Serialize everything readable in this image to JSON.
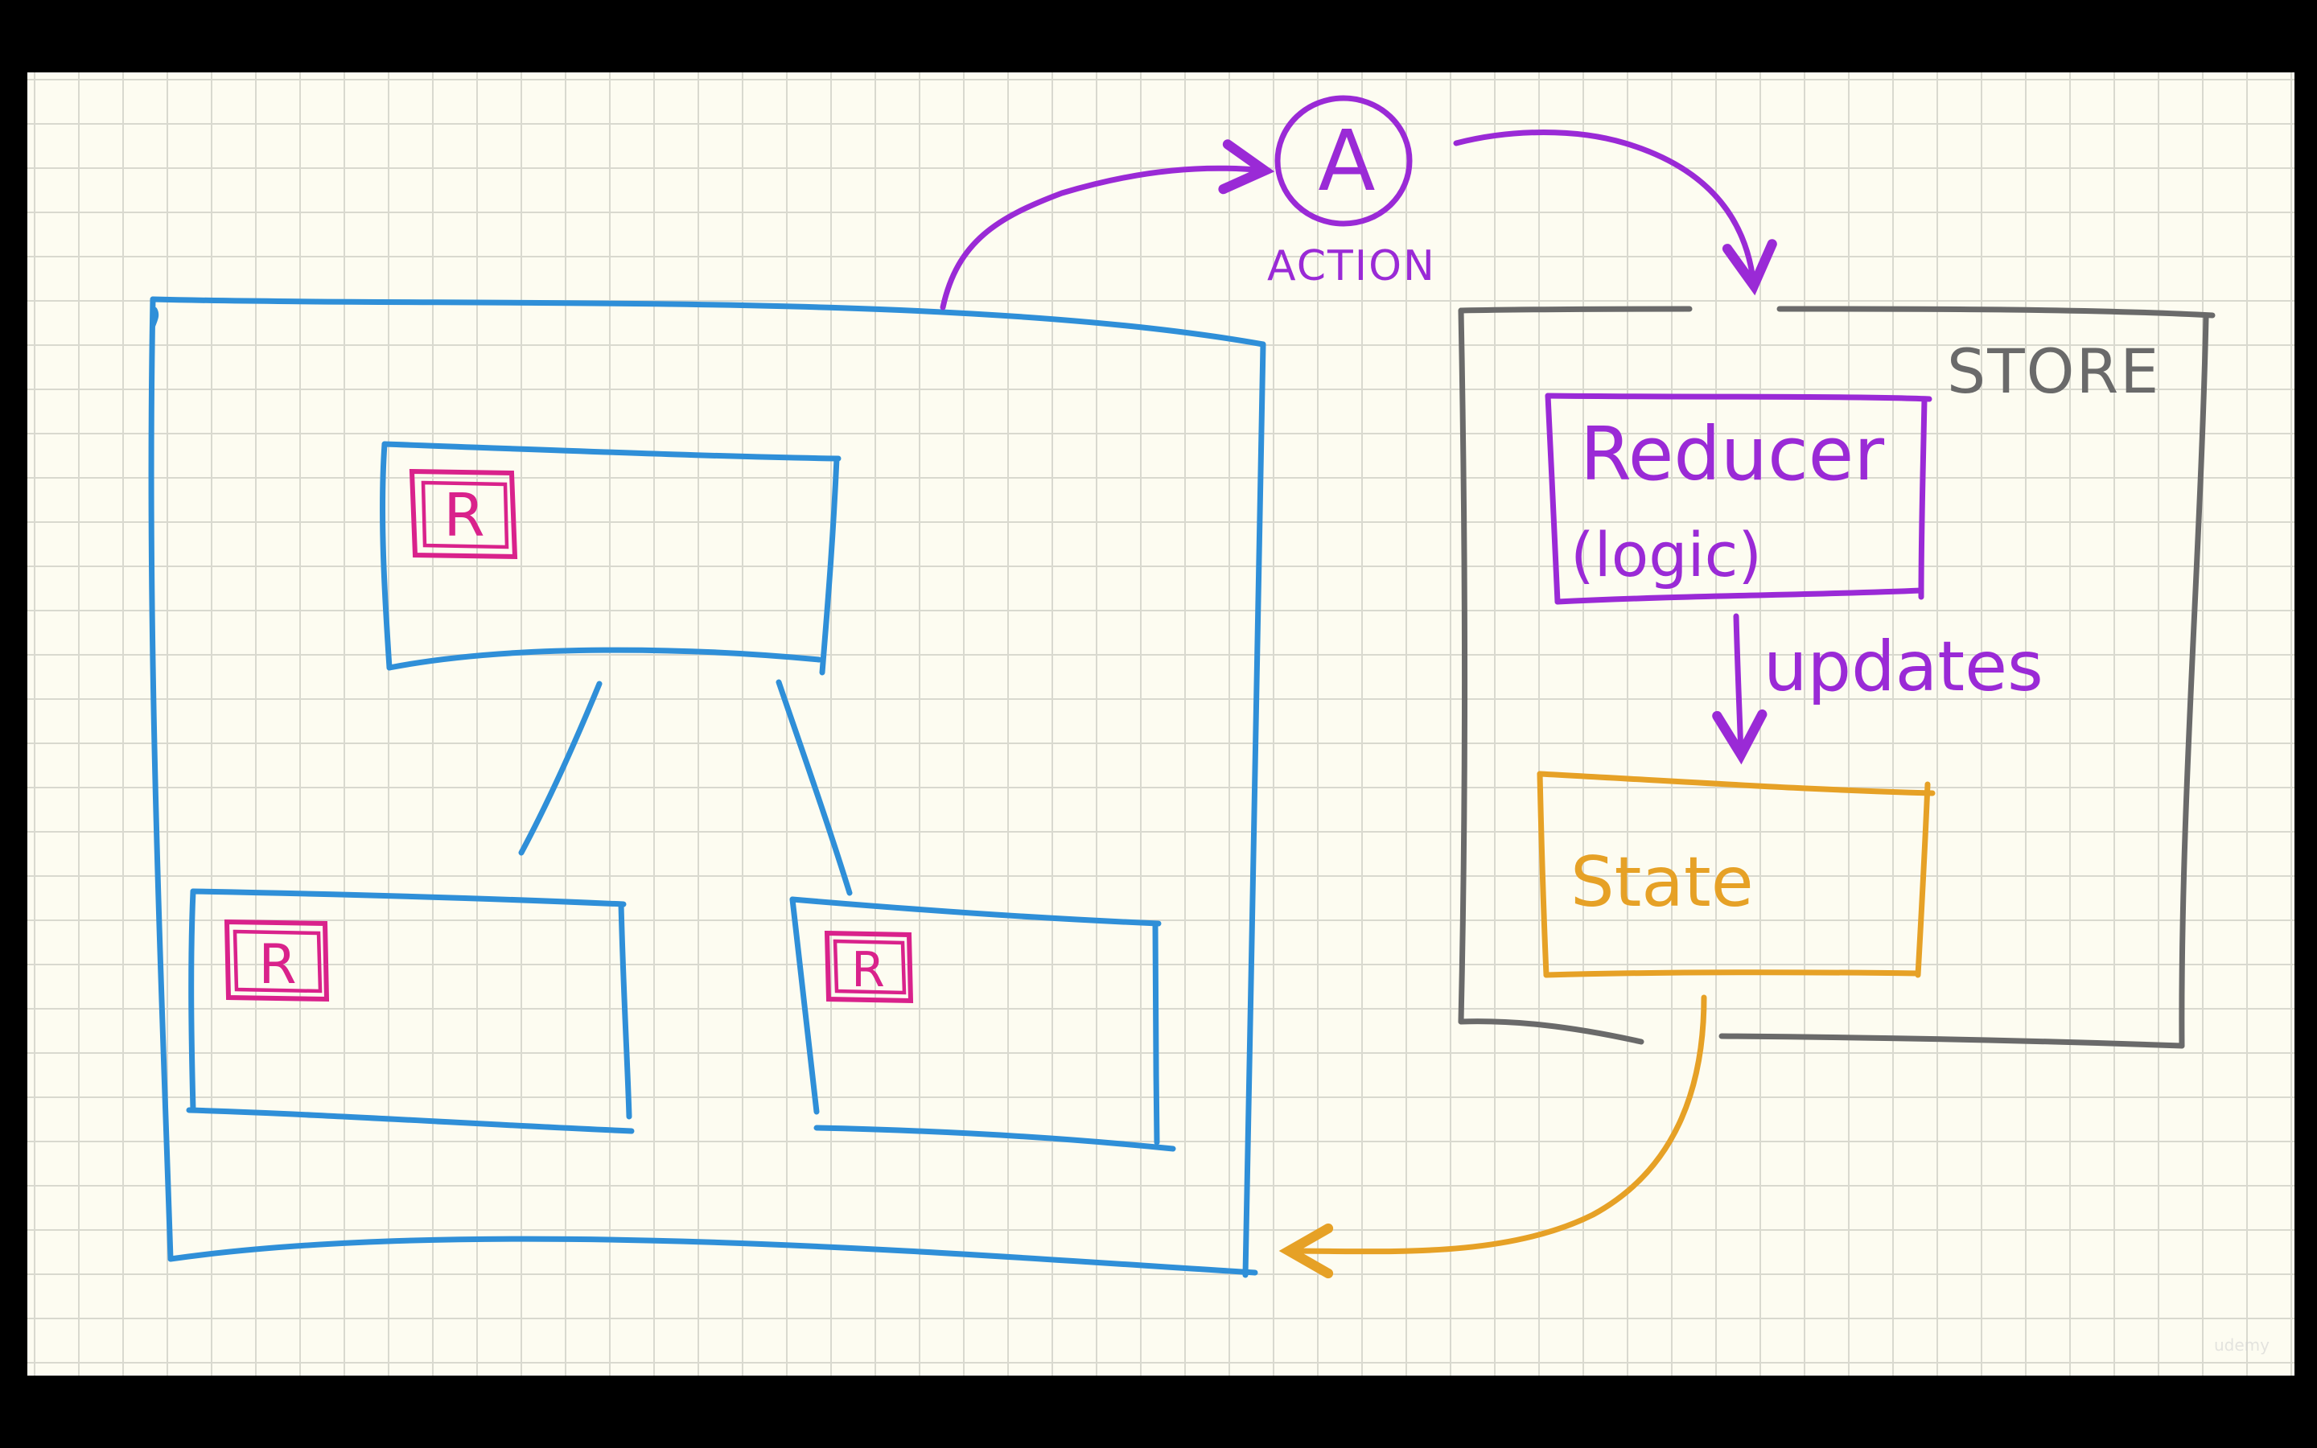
{
  "colors": {
    "component": "#2f8fd8",
    "component_badge": "#d9228b",
    "action": "#9a2ad6",
    "store": "#6a6a6a",
    "state": "#e6a126",
    "paper": "#fdfcf1",
    "grid": "#d9d9cf"
  },
  "action": {
    "symbol": "A",
    "label": "ACTION"
  },
  "store": {
    "label": "STORE",
    "reducer": {
      "title": "Reducer",
      "subtitle": "(logic)"
    },
    "updates_label": "updates",
    "state_label": "State"
  },
  "components": [
    {
      "badge": "R"
    },
    {
      "badge": "R"
    },
    {
      "badge": "R"
    }
  ],
  "watermark": "udemy"
}
